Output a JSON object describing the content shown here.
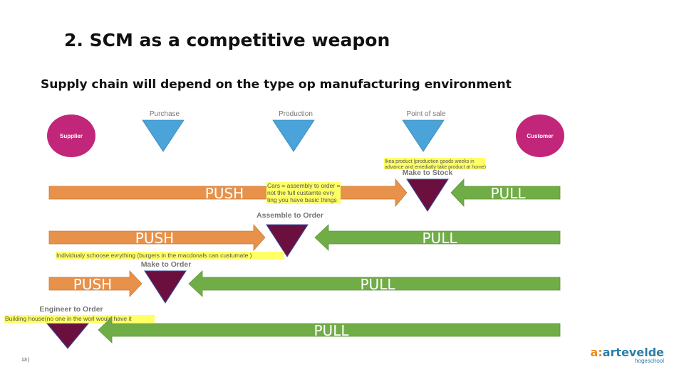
{
  "slide": {
    "title": "2. SCM as a competitive weapon",
    "subtitle": "Supply chain will depend on the type op manufacturing environment",
    "page_number": "13 |"
  },
  "stages": {
    "supplier": "Supplier",
    "purchase": "Purchase",
    "production": "Production",
    "point_of_sale": "Point of sale",
    "customer": "Customer"
  },
  "modes": {
    "make_to_stock": "Make to Stock",
    "assemble_to_order": "Assemble to Order",
    "make_to_order": "Make to Order",
    "engineer_to_order": "Engineer to Order"
  },
  "flows": {
    "push": "PUSH",
    "pull": "PULL"
  },
  "notes": {
    "ikea_line1": "Ikea product (production goods weeks in",
    "ikea_line2": "advance and emediatly take product at home)",
    "cars_line1": "Cars = assembly to order =",
    "cars_line2": "not the full custamte evry",
    "cars_line3": "ting you have basic things",
    "burgers": "Individualy schoose evrything (burgers in the macdonals can custumate )",
    "house": "Building house(no one in the worl would have it"
  },
  "logo": {
    "prefix": "a:",
    "name": "artevelde",
    "sub": "hogeschool"
  },
  "colors": {
    "push": "#e8914a",
    "pull": "#70ad47",
    "stage_triangle": "#4aa3d9",
    "decoupling_point": "#6b0f3f",
    "circle": "#c2267a",
    "highlight": "#ffff66"
  }
}
